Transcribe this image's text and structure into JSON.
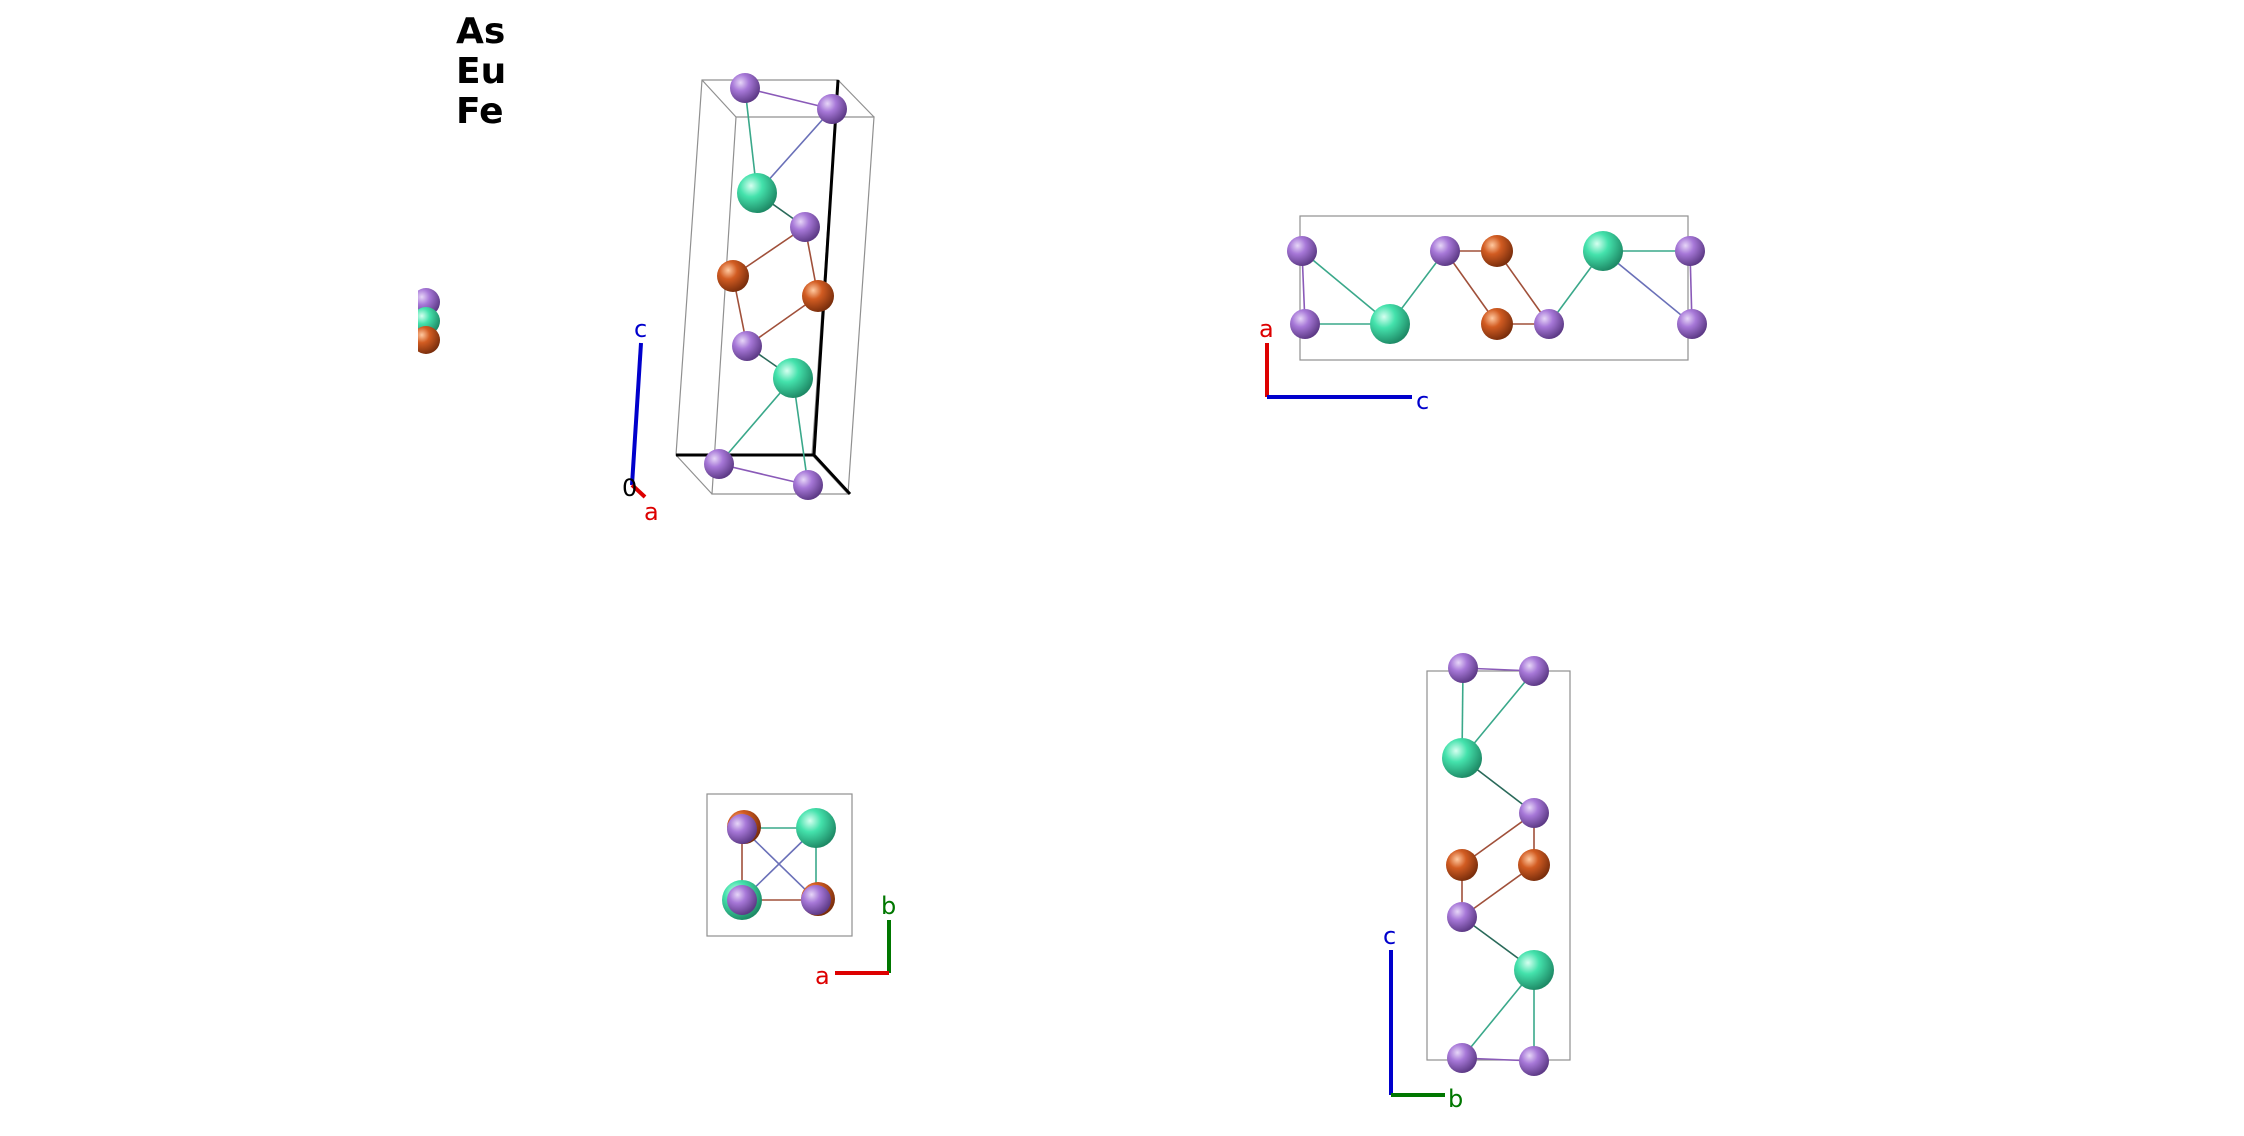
{
  "legend": {
    "elements": [
      {
        "symbol": "As",
        "color": "#a070d0"
      },
      {
        "symbol": "Eu",
        "color": "#40e0a8"
      },
      {
        "symbol": "Fe",
        "color": "#d05a20"
      }
    ]
  },
  "colors": {
    "as": "#a070d0",
    "eu": "#40e0a8",
    "fe": "#d05a20",
    "axis_a": "#dd0000",
    "axis_b": "#007700",
    "axis_c": "#0000cc",
    "cell": "#909090"
  },
  "views": {
    "perspective": {
      "axes": {
        "a": "a",
        "c": "c",
        "origin": "0"
      }
    },
    "view_ac": {
      "axes": {
        "a": "a",
        "c": "c"
      }
    },
    "view_ab": {
      "axes": {
        "a": "a",
        "b": "b"
      }
    },
    "view_bc": {
      "axes": {
        "b": "b",
        "c": "c"
      }
    }
  }
}
